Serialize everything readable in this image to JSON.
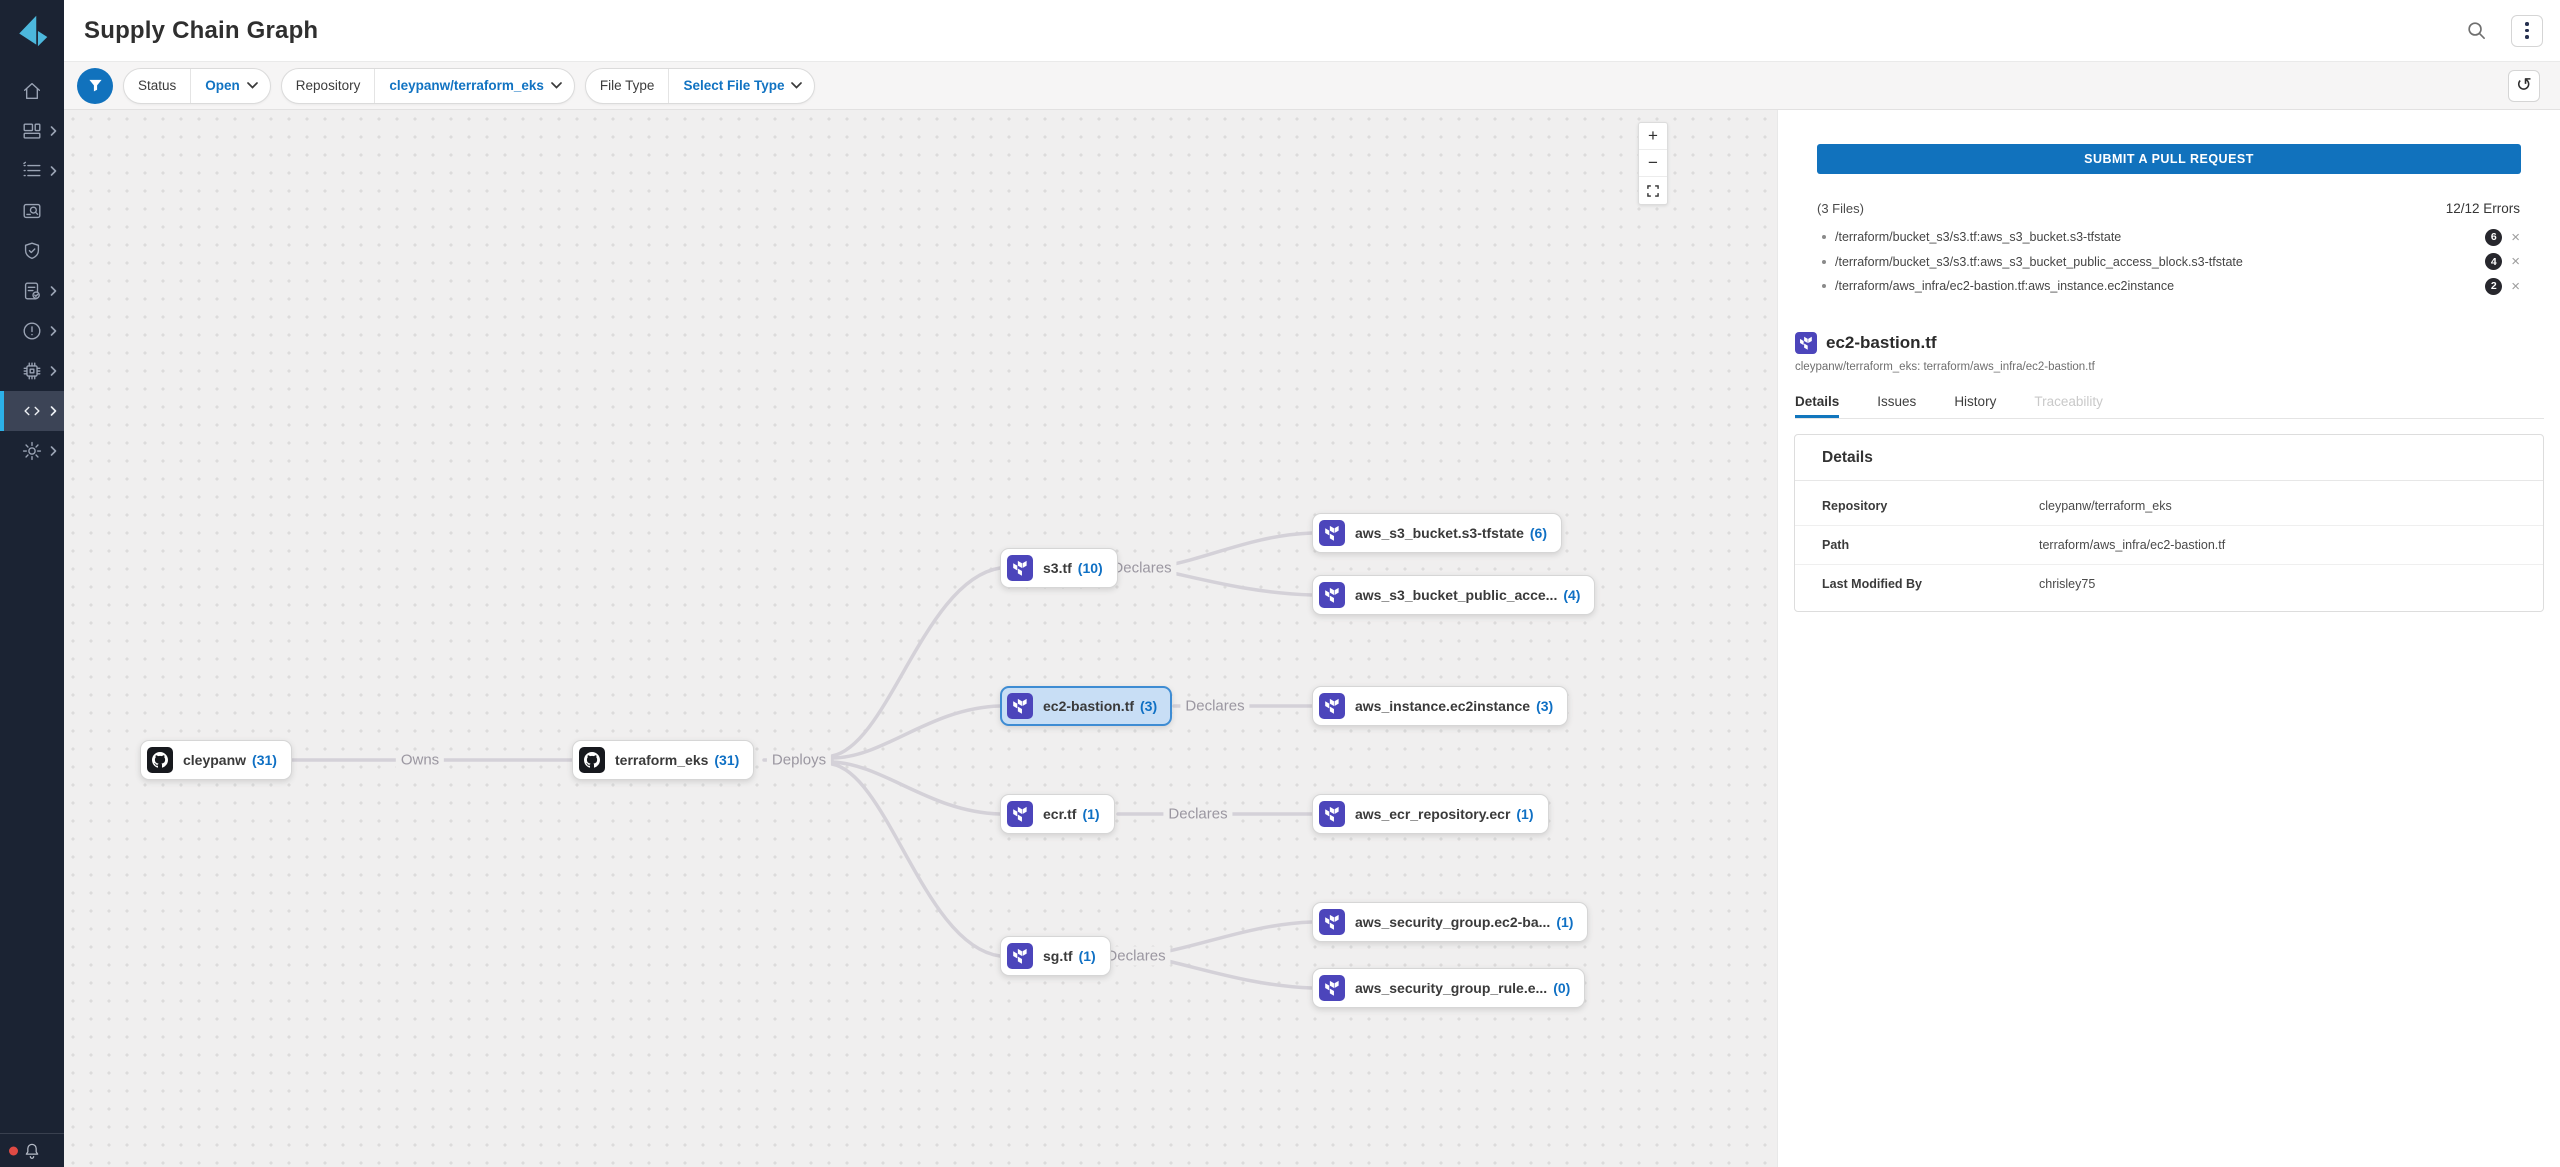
{
  "header": {
    "title": "Supply Chain Graph",
    "search_icon": "magnifier",
    "menu_icon": "kebab-vertical"
  },
  "sidebar": {
    "icons": [
      "home",
      "dashboards",
      "inventory-list",
      "discovery",
      "governance-shield",
      "reports",
      "risks",
      "integrations",
      "code",
      "settings"
    ],
    "notification_icon": "bell",
    "has_unread": true
  },
  "filter_bar": {
    "filter_icon": "funnel",
    "reset_icon": "undo-arrow",
    "filters": [
      {
        "label": "Status",
        "value": "Open"
      },
      {
        "label": "Repository",
        "value": "cleypanw/terraform_eks"
      },
      {
        "label": "File Type",
        "value": "Select File Type"
      }
    ]
  },
  "canvas": {
    "zoom": {
      "in": "+",
      "out": "−",
      "fullscreen_icon": "expand"
    },
    "edge_labels": [
      "Owns",
      "Deploys",
      "Declares",
      "Declares",
      "Declares",
      "Declares"
    ],
    "nodes": [
      {
        "label": "cleypanw",
        "count": "(31)",
        "icon": "github",
        "selected": false
      },
      {
        "label": "terraform_eks",
        "count": "(31)",
        "icon": "github",
        "selected": false
      },
      {
        "label": "s3.tf",
        "count": "(10)",
        "icon": "terraform",
        "selected": false
      },
      {
        "label": "aws_s3_bucket.s3-tfstate",
        "count": "(6)",
        "icon": "terraform",
        "selected": false
      },
      {
        "label": "aws_s3_bucket_public_acce...",
        "count": "(4)",
        "icon": "terraform",
        "selected": false
      },
      {
        "label": "ec2-bastion.tf",
        "count": "(3)",
        "icon": "terraform",
        "selected": true
      },
      {
        "label": "aws_instance.ec2instance",
        "count": "(3)",
        "icon": "terraform",
        "selected": false
      },
      {
        "label": "ecr.tf",
        "count": "(1)",
        "icon": "terraform",
        "selected": false
      },
      {
        "label": "aws_ecr_repository.ecr",
        "count": "(1)",
        "icon": "terraform",
        "selected": false
      },
      {
        "label": "sg.tf",
        "count": "(1)",
        "icon": "terraform",
        "selected": false
      },
      {
        "label": "aws_security_group.ec2-ba...",
        "count": "(1)",
        "icon": "terraform",
        "selected": false
      },
      {
        "label": "aws_security_group_rule.e...",
        "count": "(0)",
        "icon": "terraform",
        "selected": false
      }
    ]
  },
  "panel": {
    "pr": {
      "submit_label": "SUBMIT A PULL REQUEST",
      "files_count": "(3 Files)",
      "errors_count": "12/12 Errors",
      "files": [
        {
          "path": "/terraform/bucket_s3/s3.tf:aws_s3_bucket.s3-tfstate",
          "errors": "6"
        },
        {
          "path": "/terraform/bucket_s3/s3.tf:aws_s3_bucket_public_access_block.s3-tfstate",
          "errors": "4"
        },
        {
          "path": "/terraform/aws_infra/ec2-bastion.tf:aws_instance.ec2instance",
          "errors": "2"
        }
      ]
    },
    "entity": {
      "title": "ec2-bastion.tf",
      "subtitle": "cleypanw/terraform_eks: terraform/aws_infra/ec2-bastion.tf",
      "icon": "terraform"
    },
    "tabs": [
      {
        "label": "Details",
        "state": "active"
      },
      {
        "label": "Issues",
        "state": "default"
      },
      {
        "label": "History",
        "state": "default"
      },
      {
        "label": "Traceability",
        "state": "disabled"
      }
    ],
    "details": {
      "title": "Details",
      "rows": [
        {
          "label": "Repository",
          "value": "cleypanw/terraform_eks"
        },
        {
          "label": "Path",
          "value": "terraform/aws_infra/ec2-bastion.tf"
        },
        {
          "label": "Last Modified By",
          "value": "chrisley75"
        }
      ]
    }
  }
}
